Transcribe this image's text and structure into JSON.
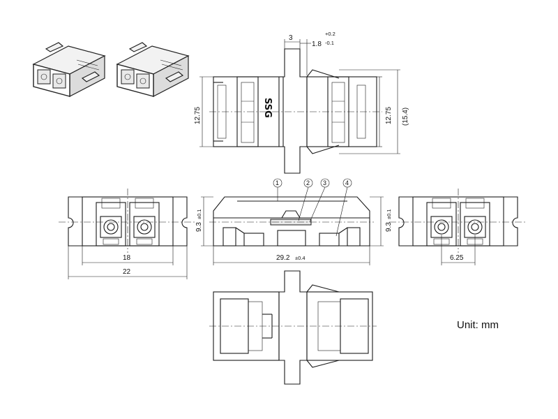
{
  "dimensions": {
    "top_width": "3",
    "top_offset": "1.8",
    "top_offset_plus": "+0.2",
    "top_offset_minus": "-0.1",
    "top_height_left": "12.75",
    "top_height_right": "12.75",
    "top_height_overall": "(15.4)",
    "side_height_left": "9.3",
    "side_height_left_tol": "±0.1",
    "side_height_right": "9.3",
    "side_height_right_tol": "±0.1",
    "end_inner_width": "18",
    "end_outer_width": "22",
    "side_length": "29.2",
    "side_length_tol": "±0.4",
    "pitch": "6.25"
  },
  "callouts": [
    "1",
    "2",
    "3",
    "4"
  ],
  "logo_text": "SSG",
  "unit_label": "Unit: mm"
}
